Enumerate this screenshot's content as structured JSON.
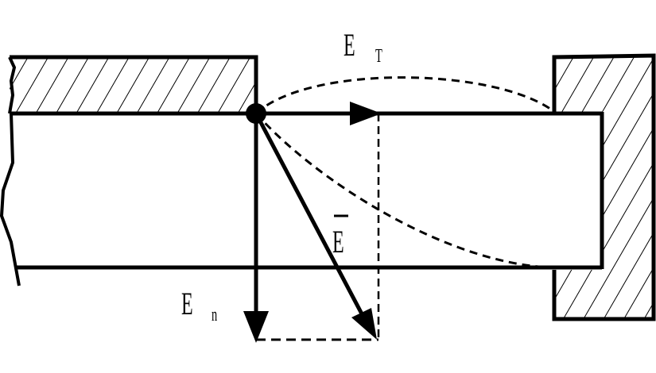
{
  "labels": {
    "tangential_main": "E",
    "tangential_sub": "T",
    "normal_main": "E",
    "normal_sub": "n",
    "resultant": "E"
  },
  "colors": {
    "stroke": "#000000",
    "background": "#ffffff"
  }
}
